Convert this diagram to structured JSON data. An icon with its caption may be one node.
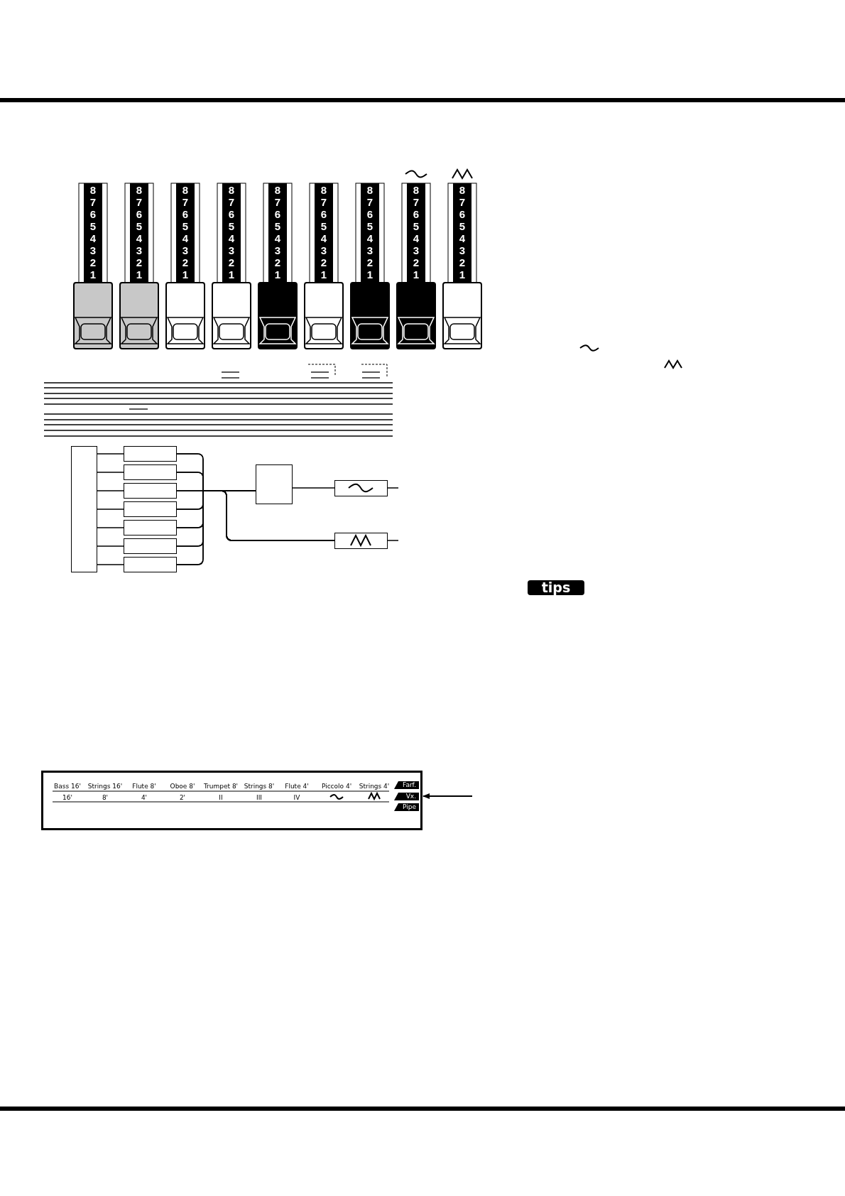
{
  "diagram": {
    "nodes": [
      {
        "text": [],
        "shape": "box"
      },
      {
        "text": [],
        "shape": "box"
      },
      {
        "text": [],
        "shape": "box"
      },
      {
        "text": [],
        "shape": "box"
      },
      {
        "text": [],
        "shape": "box"
      },
      {
        "text": [],
        "shape": "box"
      },
      {
        "text": [],
        "shape": "box"
      },
      {
        "text": [],
        "shape": "box"
      },
      {
        "text": [],
        "shape": "box"
      },
      {
        "text": [],
        "shape": "box"
      },
      {
        "text": [],
        "shape": "box"
      },
      {
        "text": [
          "tips"
        ]
      },
      {
        "text": [],
        "shape": "box"
      },
      {
        "text": [
          "Farf."
        ],
        "in": 12
      },
      {
        "text": [
          "Vx."
        ],
        "in": 12
      },
      {
        "text": [
          "Pipe"
        ],
        "in": 12
      }
    ],
    "edges": [
      {
        "from": 0,
        "to": 1,
        "arrow": "none"
      },
      {
        "from": 0,
        "to": 2,
        "arrow": "none"
      },
      {
        "from": 0,
        "to": 3,
        "arrow": "none"
      },
      {
        "from": 0,
        "to": 4,
        "arrow": "none"
      },
      {
        "from": 0,
        "to": 5,
        "arrow": "none"
      },
      {
        "from": 0,
        "to": 6,
        "arrow": "none"
      },
      {
        "from": 0,
        "to": 7,
        "arrow": "none"
      },
      {
        "from": 1,
        "to": 8,
        "arrow": "none"
      },
      {
        "from": 2,
        "to": 8,
        "arrow": "none"
      },
      {
        "from": 3,
        "to": 8,
        "arrow": "none"
      },
      {
        "from": 4,
        "to": 8,
        "arrow": "none"
      },
      {
        "from": 5,
        "to": 8,
        "arrow": "none"
      },
      {
        "from": 6,
        "to": 8,
        "arrow": "none"
      },
      {
        "from": 7,
        "to": 8,
        "arrow": "none"
      },
      {
        "from": 1,
        "to": 10,
        "arrow": "none"
      },
      {
        "from": 2,
        "to": 10,
        "arrow": "none"
      },
      {
        "from": 3,
        "to": 10,
        "arrow": "none"
      },
      {
        "from": 4,
        "to": 10,
        "arrow": "none"
      },
      {
        "from": 5,
        "to": 10,
        "arrow": "none"
      },
      {
        "from": 6,
        "to": 10,
        "arrow": "none"
      },
      {
        "from": 7,
        "to": 10,
        "arrow": "none"
      },
      {
        "from": 8,
        "to": 9,
        "arrow": "none"
      },
      {
        "from": 9,
        "to": null,
        "arrow": "none"
      },
      {
        "from": 10,
        "to": null,
        "arrow": "none"
      },
      {
        "from": null,
        "to": 12,
        "arrow": "to"
      }
    ],
    "labels": [
      "8 7 6 5 4 3 2 1",
      "8 7 6 5 4 3 2 1",
      "8 7 6 5 4 3 2 1",
      "8 7 6 5 4 3 2 1",
      "8 7 6 5 4 3 2 1",
      "8 7 6 5 4 3 2 1",
      "8 7 6 5 4 3 2 1",
      "8 7 6 5 4 3 2 1",
      "8 7 6 5 4 3 2 1",
      "Bass 16'",
      "Strings 16'",
      "Flute 8'",
      "Oboe 8'",
      "Trumpet 8'",
      "Strings 8'",
      "Flute 4'",
      "Piccolo 4'",
      "Strings 4'",
      "16'",
      "8'",
      "4'",
      "2'",
      "II",
      "III",
      "IV"
    ]
  }
}
